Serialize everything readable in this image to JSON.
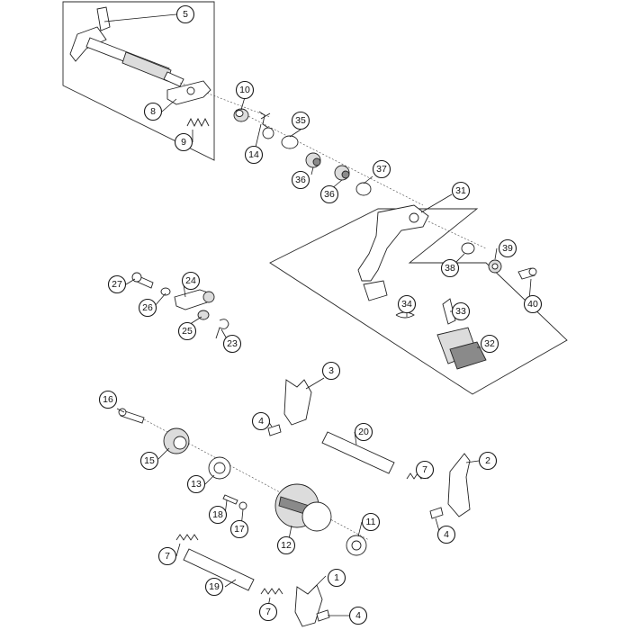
{
  "callouts": [
    {
      "id": "c5",
      "label": "5"
    },
    {
      "id": "c8",
      "label": "8"
    },
    {
      "id": "c9",
      "label": "9"
    },
    {
      "id": "c10",
      "label": "10"
    },
    {
      "id": "c14",
      "label": "14"
    },
    {
      "id": "c35",
      "label": "35"
    },
    {
      "id": "c36a",
      "label": "36"
    },
    {
      "id": "c36b",
      "label": "36"
    },
    {
      "id": "c37",
      "label": "37"
    },
    {
      "id": "c31",
      "label": "31"
    },
    {
      "id": "c39",
      "label": "39"
    },
    {
      "id": "c38",
      "label": "38"
    },
    {
      "id": "c40",
      "label": "40"
    },
    {
      "id": "c34",
      "label": "34"
    },
    {
      "id": "c33",
      "label": "33"
    },
    {
      "id": "c32",
      "label": "32"
    },
    {
      "id": "c27",
      "label": "27"
    },
    {
      "id": "c24",
      "label": "24"
    },
    {
      "id": "c26",
      "label": "26"
    },
    {
      "id": "c25",
      "label": "25"
    },
    {
      "id": "c23",
      "label": "23"
    },
    {
      "id": "c3",
      "label": "3"
    },
    {
      "id": "c16",
      "label": "16"
    },
    {
      "id": "c4a",
      "label": "4"
    },
    {
      "id": "c20",
      "label": "20"
    },
    {
      "id": "c15",
      "label": "15"
    },
    {
      "id": "c13",
      "label": "13"
    },
    {
      "id": "c7a",
      "label": "7"
    },
    {
      "id": "c2",
      "label": "2"
    },
    {
      "id": "c18",
      "label": "18"
    },
    {
      "id": "c17",
      "label": "17"
    },
    {
      "id": "c4b",
      "label": "4"
    },
    {
      "id": "c12",
      "label": "12"
    },
    {
      "id": "c11",
      "label": "11"
    },
    {
      "id": "c7b",
      "label": "7"
    },
    {
      "id": "c1",
      "label": "1"
    },
    {
      "id": "c19",
      "label": "19"
    },
    {
      "id": "c7c",
      "label": "7"
    },
    {
      "id": "c4c",
      "label": "4"
    }
  ]
}
